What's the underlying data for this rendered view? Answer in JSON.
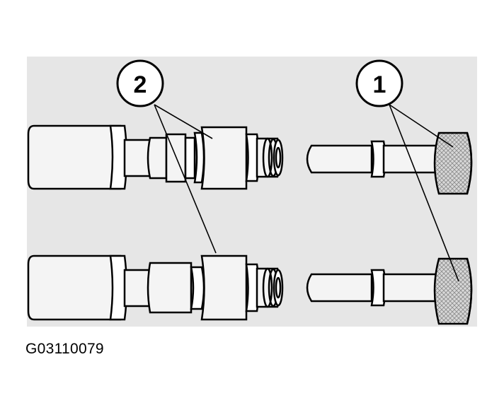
{
  "figure": {
    "caption": "G03110079",
    "callouts": [
      {
        "id": "callout-2",
        "label": "2"
      },
      {
        "id": "callout-1",
        "label": "1"
      }
    ],
    "colors": {
      "panel": "#e6e6e6",
      "part_fill": "#f2f2f2",
      "line": "#000000",
      "knurl": "#c8c8c8"
    }
  }
}
